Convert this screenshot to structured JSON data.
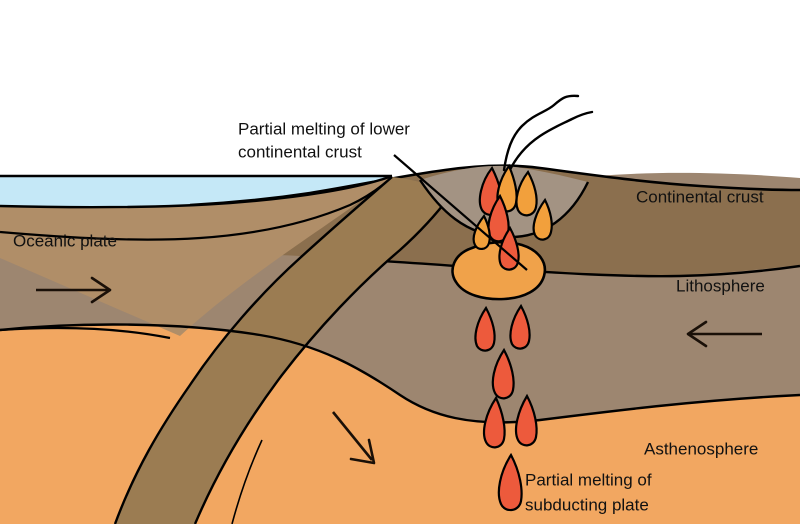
{
  "diagram": {
    "title": "Subduction zone cross-section",
    "background_color": "#ffffff"
  },
  "labels": {
    "partial_melting_crust_line1": "Partial melting of lower",
    "partial_melting_crust_line2": "continental crust",
    "continental_crust": "Continental crust",
    "oceanic_plate": "Oceanic plate",
    "lithosphere": "Lithosphere",
    "asthenosphere": "Asthenosphere",
    "partial_melting_slab_line1": "Partial melting of",
    "partial_melting_slab_line2": "subducting plate"
  },
  "colors": {
    "ocean_water": "#c5e8f7",
    "continental_crust": "#8b6f4e",
    "lithosphere": "#9d8670",
    "asthenosphere": "#f2a761",
    "oceanic_plate": "#b08e68",
    "subducting_slab": "#9b7c52",
    "magma_chamber": "#f0a24a",
    "magma_red": "#ed5a3c",
    "magma_orange": "#f2a03c",
    "volcano_interior": "#a39383",
    "outline": "#000000"
  },
  "features": {
    "arrow_left_label": "oceanic plate motion right",
    "arrow_right_label": "continental plate motion left",
    "arrow_slab_label": "subduction direction",
    "smoke_plumes": 2,
    "magma_droplets_total": 13
  }
}
